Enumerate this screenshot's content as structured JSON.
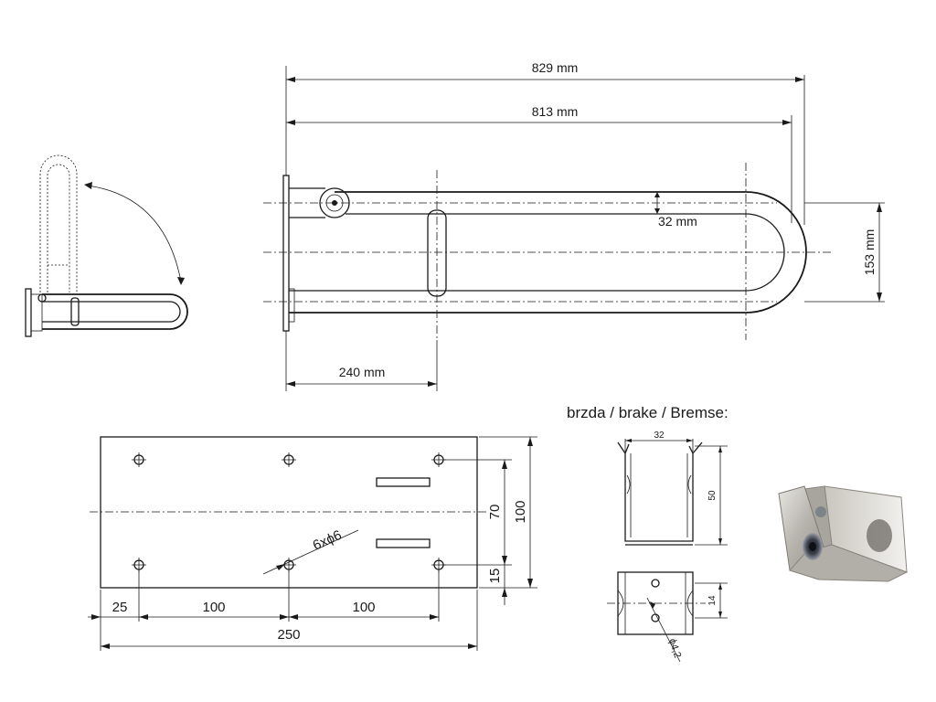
{
  "dimensions": {
    "overall_length": "829 mm",
    "bar_length": "813 mm",
    "tube_diameter": "32 mm",
    "overall_height": "153 mm",
    "support_offset": "240 mm"
  },
  "plate": {
    "width_total": "250",
    "edge_offset": "25",
    "hole_spacing_1": "100",
    "hole_spacing_2": "100",
    "height_total": "100",
    "hole_vertical_spacing": "70",
    "hole_edge_offset": "15",
    "holes_note": "6xϕ6"
  },
  "brake": {
    "title": "brzda / brake / Bremse:",
    "width": "32",
    "height": "50",
    "hole_spacing": "14",
    "hole_diameter": "ϕ4,2"
  }
}
